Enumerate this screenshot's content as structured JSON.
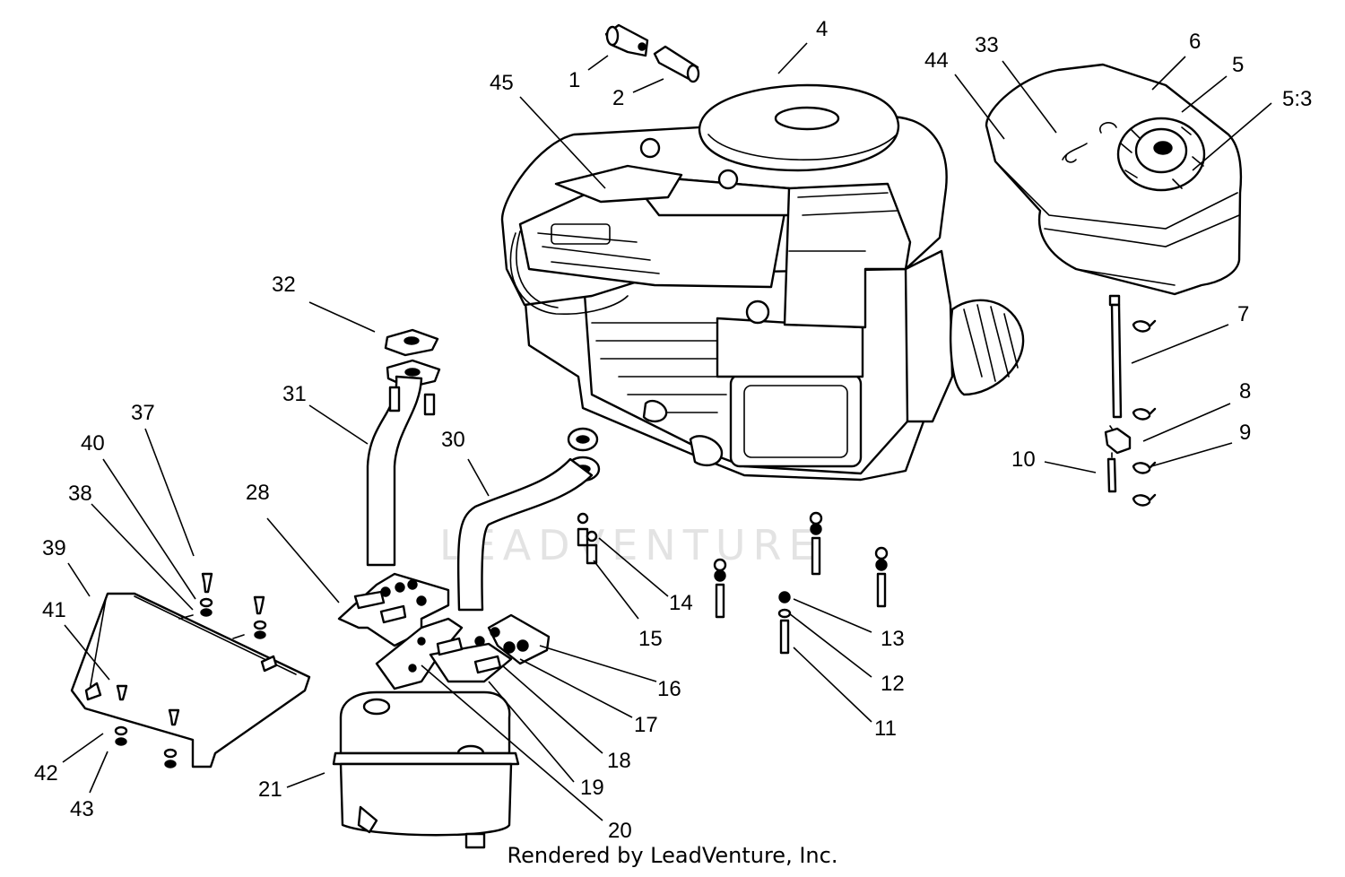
{
  "watermark": "LEADVENTURE",
  "credit": "Rendered by LeadVenture, Inc.",
  "callouts": [
    {
      "id": "1",
      "label": "1"
    },
    {
      "id": "2",
      "label": "2"
    },
    {
      "id": "4",
      "label": "4"
    },
    {
      "id": "5",
      "label": "5"
    },
    {
      "id": "5-3",
      "label": "5:3"
    },
    {
      "id": "6",
      "label": "6"
    },
    {
      "id": "7",
      "label": "7"
    },
    {
      "id": "8",
      "label": "8"
    },
    {
      "id": "9",
      "label": "9"
    },
    {
      "id": "10",
      "label": "10"
    },
    {
      "id": "11",
      "label": "11"
    },
    {
      "id": "12",
      "label": "12"
    },
    {
      "id": "13",
      "label": "13"
    },
    {
      "id": "14",
      "label": "14"
    },
    {
      "id": "15",
      "label": "15"
    },
    {
      "id": "16",
      "label": "16"
    },
    {
      "id": "17",
      "label": "17"
    },
    {
      "id": "18",
      "label": "18"
    },
    {
      "id": "19",
      "label": "19"
    },
    {
      "id": "20",
      "label": "20"
    },
    {
      "id": "21",
      "label": "21"
    },
    {
      "id": "28",
      "label": "28"
    },
    {
      "id": "30",
      "label": "30"
    },
    {
      "id": "31",
      "label": "31"
    },
    {
      "id": "32",
      "label": "32"
    },
    {
      "id": "33",
      "label": "33"
    },
    {
      "id": "37",
      "label": "37"
    },
    {
      "id": "38",
      "label": "38"
    },
    {
      "id": "39",
      "label": "39"
    },
    {
      "id": "40",
      "label": "40"
    },
    {
      "id": "41",
      "label": "41"
    },
    {
      "id": "42",
      "label": "42"
    },
    {
      "id": "43",
      "label": "43"
    },
    {
      "id": "44",
      "label": "44"
    },
    {
      "id": "45",
      "label": "45"
    }
  ]
}
